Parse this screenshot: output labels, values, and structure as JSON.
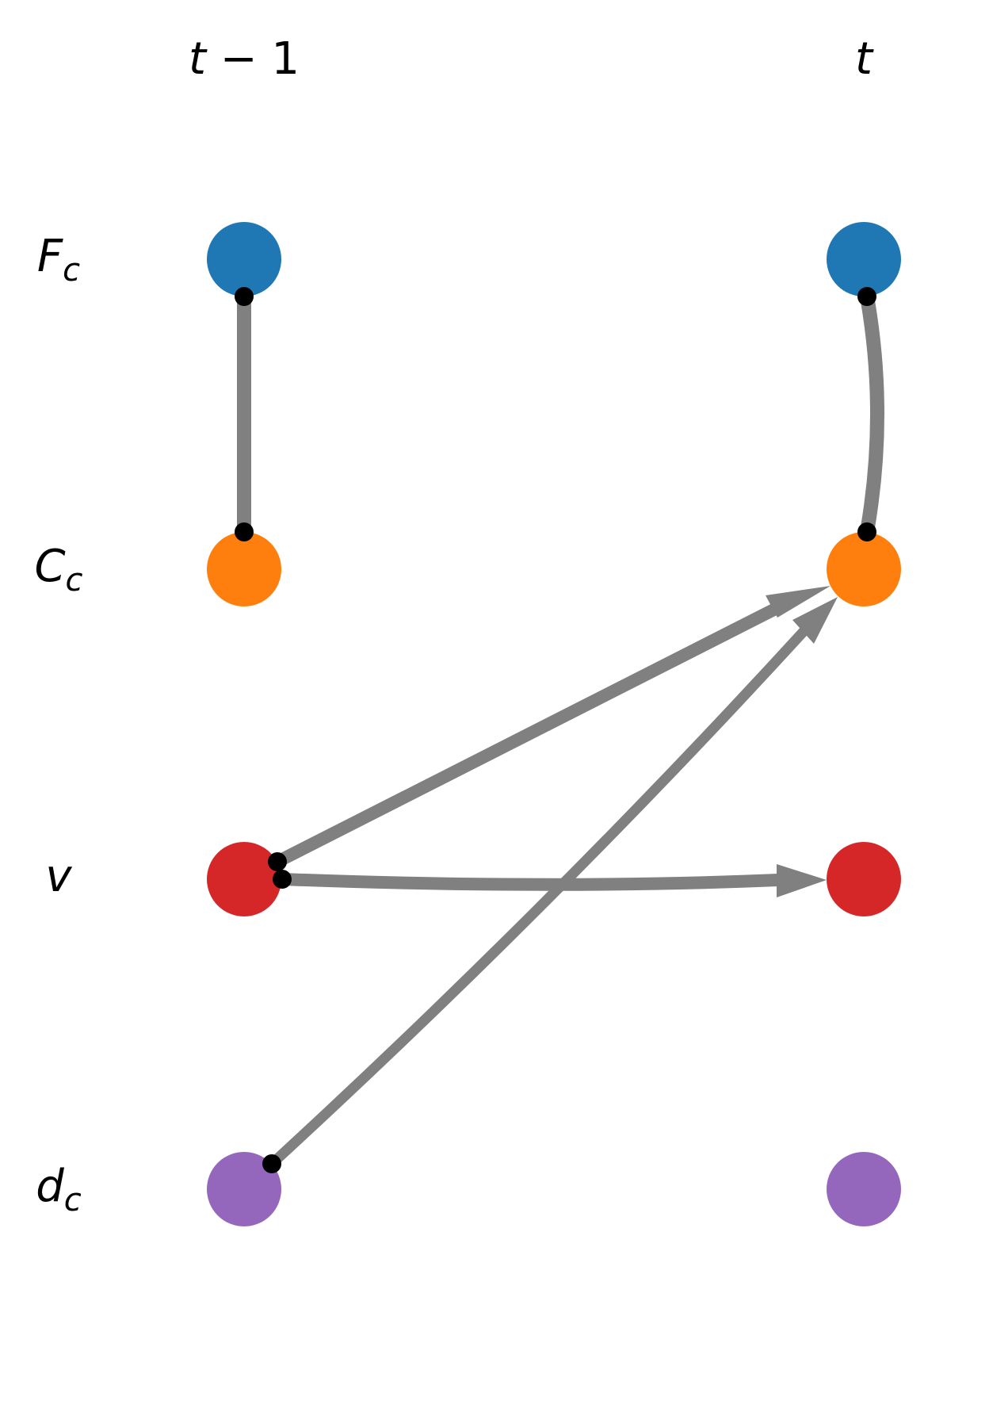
{
  "diagram": {
    "type": "time-series-causal-graph",
    "columns": [
      {
        "id": "t-1",
        "label_main": "t",
        "label_rest": " − 1"
      },
      {
        "id": "t",
        "label_main": "t",
        "label_rest": ""
      }
    ],
    "variables": [
      {
        "id": "Fc",
        "label_main": "F",
        "label_sub": "c",
        "color": "#1f77b4"
      },
      {
        "id": "Cc",
        "label_main": "C",
        "label_sub": "c",
        "color": "#ff7f0e"
      },
      {
        "id": "v",
        "label_main": "v",
        "label_sub": "",
        "color": "#d62728"
      },
      {
        "id": "dc",
        "label_main": "d",
        "label_sub": "c",
        "color": "#9467bd"
      }
    ],
    "edge_color": "#808080",
    "edges": [
      {
        "from": "Fc",
        "from_lag": "t-1",
        "to": "Cc",
        "to_lag": "t-1",
        "kind": "contemporaneous-undirected",
        "curved": false
      },
      {
        "from": "Fc",
        "from_lag": "t",
        "to": "Cc",
        "to_lag": "t",
        "kind": "contemporaneous-undirected",
        "curved": true
      },
      {
        "from": "v",
        "from_lag": "t-1",
        "to": "Cc",
        "to_lag": "t",
        "kind": "lagged-directed",
        "curved": false
      },
      {
        "from": "v",
        "from_lag": "t-1",
        "to": "v",
        "to_lag": "t",
        "kind": "lagged-directed",
        "curved": true
      },
      {
        "from": "dc",
        "from_lag": "t-1",
        "to": "Cc",
        "to_lag": "t",
        "kind": "lagged-directed",
        "curved": true
      }
    ]
  }
}
